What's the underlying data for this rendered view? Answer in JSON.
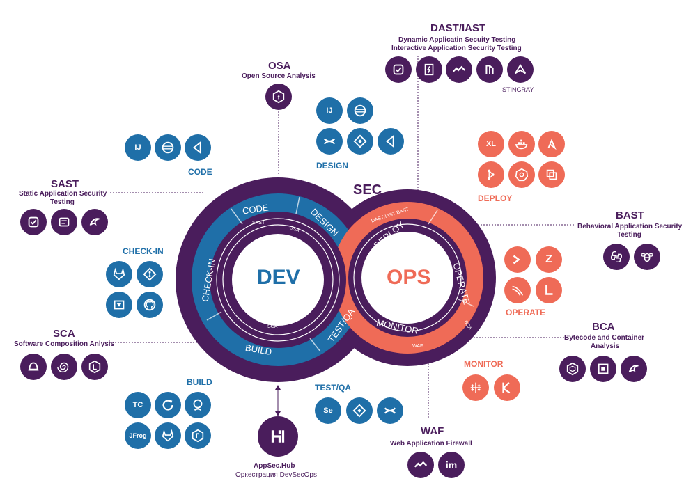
{
  "center": {
    "dev": "DEV",
    "ops": "OPS",
    "sec": "SEC"
  },
  "ring_labels": {
    "code": "CODE",
    "design": "DESIGN",
    "check_in": "CHECK-IN",
    "build": "BUILD",
    "test_qa": "TEST/QA",
    "deploy": "DEPLOY",
    "operate": "OPERATE",
    "monitor": "MONITOR"
  },
  "inner_labels": {
    "sast": "SAST",
    "osa": "OSA",
    "sca": "SCA",
    "dast_iast_bast": "DAST/IAST/BAST",
    "bca": "BCA",
    "waf": "WAF"
  },
  "osa": {
    "title": "OSA",
    "subtitle": "Open Source Analysis"
  },
  "dast": {
    "title": "DAST/IAST",
    "line1": "Dynamic Applicatin Secuity Testing",
    "line2": "Interactive Application Security Testing",
    "stingray": "STINGRAY"
  },
  "sast": {
    "title": "SAST",
    "line1": "Static Application Security",
    "line2": "Testing"
  },
  "sca": {
    "title": "SCA",
    "subtitle": "Software Composition Anlysis"
  },
  "bast": {
    "title": "BAST",
    "line1": "Behavioral Application Security",
    "line2": "Testing"
  },
  "bca": {
    "title": "BCA",
    "line1": "Bytecode and Container",
    "line2": "Analysis"
  },
  "waf": {
    "title": "WAF",
    "subtitle": "Web Application Firewall"
  },
  "appsec": {
    "title": "AppSec.Hub",
    "subtitle": "Оркестрация DevSecOps"
  },
  "groups": {
    "code": "CODE",
    "design": "DESIGN",
    "check_in": "CHECK-IN",
    "build": "BUILD",
    "test_qa": "TEST/QA",
    "deploy": "DEPLOY",
    "operate": "OPERATE",
    "monitor": "MONITOR"
  },
  "icon_text": {
    "ij": "IJ",
    "tc": "TC",
    "jfrog": "JFrog",
    "xl": "XL",
    "se": "Se",
    "im": "im",
    "z": "Z"
  },
  "colors": {
    "purple": "#4a1d5c",
    "blue": "#1f6fa8",
    "coral": "#ef6b57"
  }
}
